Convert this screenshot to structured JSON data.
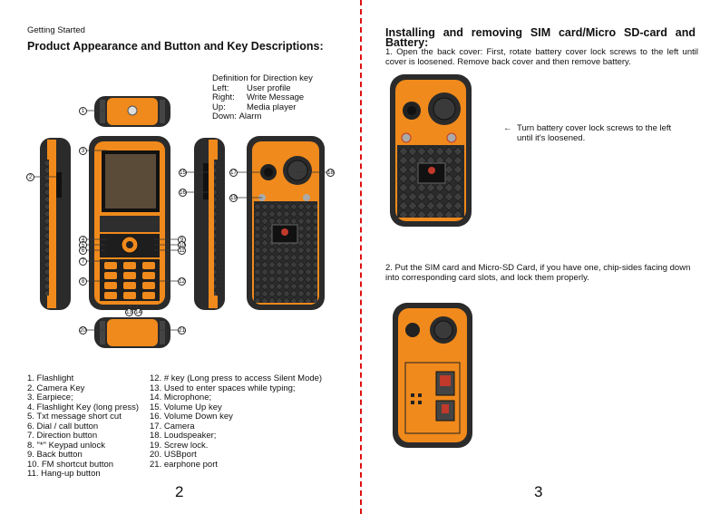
{
  "left_page": {
    "header": "Getting Started",
    "title": "Product Appearance and Button and Key Descriptions:",
    "direction_key": {
      "title": "Definition for Direction key",
      "rows": [
        {
          "key": "Left:",
          "value": "User profile"
        },
        {
          "key": "Right:",
          "value": "Write Message"
        },
        {
          "key": "Up:",
          "value": "Media player"
        },
        {
          "key": "Down:",
          "value": "Alarm"
        }
      ]
    },
    "callouts": [
      "1",
      "2",
      "3",
      "4",
      "5",
      "6",
      "7",
      "8",
      "9",
      "10",
      "11",
      "12",
      "13",
      "14",
      "15",
      "16",
      "17",
      "18",
      "19",
      "20",
      "21"
    ],
    "keys_col1": [
      "1. Flashlight",
      "2. Camera Key",
      "3. Earpiece;",
      "4. Flashlight Key (long press)",
      "5. Txt message short cut",
      "6. Dial / call button",
      "7. Direction button",
      "8. \"*\" Keypad unlock",
      "9. Back button",
      "10. FM shortcut button",
      "11. Hang-up button"
    ],
    "keys_col2": [
      "12. # key (Long press to access Silent Mode)",
      "13. Used to enter spaces while typing;",
      "14. Microphone;",
      "15. Volume Up key",
      "16. Volume Down key",
      "17. Camera",
      "18. Loudspeaker;",
      "19. Screw lock.",
      "20. USBport",
      "21. earphone port"
    ],
    "page_number": "2"
  },
  "right_page": {
    "title": "Installing and removing SIM card/Micro SD-card and Battery:",
    "step1": "1. Open the back cover: First, rotate battery cover lock screws to the left until cover is loosened. Remove back cover and then remove battery.",
    "note": "Turn battery cover lock screws to the left until it's loosened.",
    "step2": "2. Put the SIM card and Micro-SD Card, if you have one, chip-sides facing down into corresponding card slots, and lock them properly.",
    "page_number": "3"
  },
  "colors": {
    "orange": "#f08a1c",
    "rubber": "#2a2a2a",
    "divider": "#dd1111"
  }
}
